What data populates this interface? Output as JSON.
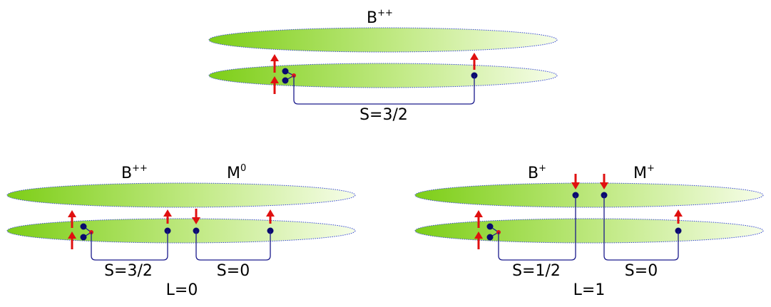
{
  "colors": {
    "ellipse_dark": "#7dce17",
    "ellipse_light": "#f6fde8",
    "ellipse_outline": "#3b4bd6",
    "quark": "#0a0a6e",
    "gluon_junction": "#e0141e",
    "spin_arrow": "#e01010",
    "connector": "#1a1a8c"
  },
  "icons": {
    "quark": "filled-circle",
    "spin_up": "red-up-arrow",
    "spin_down": "red-down-arrow"
  },
  "top": {
    "baryon_label": {
      "base": "B",
      "sup": "++"
    },
    "spin_label": "S=3/2"
  },
  "bottom_left": {
    "baryon_label": {
      "base": "B",
      "sup": "++"
    },
    "meson_label": {
      "base": "M",
      "sup": "0"
    },
    "baryon_spin": "S=3/2",
    "meson_spin": "S=0",
    "orbital": "L=0"
  },
  "bottom_right": {
    "baryon_label": {
      "base": "B",
      "sup": "+"
    },
    "meson_label": {
      "base": "M",
      "sup": "+"
    },
    "baryon_spin": "S=1/2",
    "meson_spin": "S=0",
    "orbital": "L=1"
  }
}
